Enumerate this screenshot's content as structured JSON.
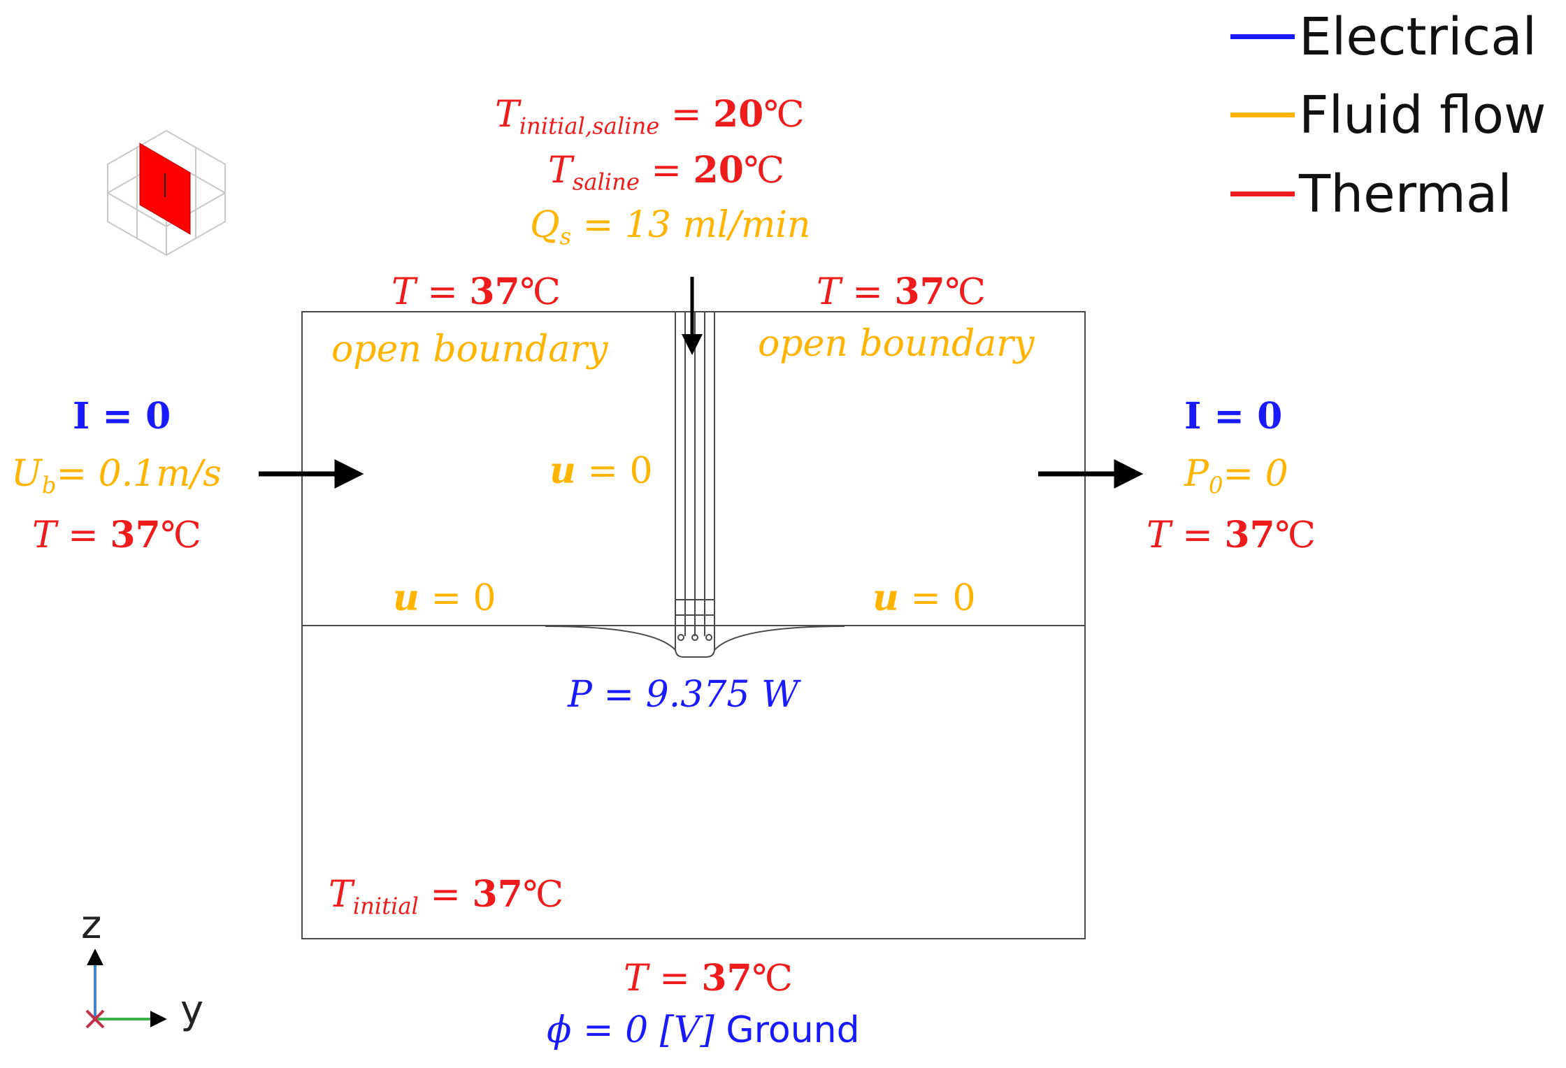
{
  "legend": {
    "items": [
      {
        "label": "Electrical",
        "color": "#1a1aff"
      },
      {
        "label": "Fluid flow",
        "color": "#ffb400"
      },
      {
        "label": "Thermal",
        "color": "#ee1c1c"
      }
    ]
  },
  "colors": {
    "electrical": "#1a1aff",
    "fluid": "#ffb400",
    "thermal": "#ee1c1c"
  },
  "top": {
    "t_initial_saline": {
      "sym": "T",
      "sub": "initial,saline",
      "eq": " = ",
      "val": "20",
      "unit": "℃"
    },
    "t_saline": {
      "sym": "T",
      "sub": "saline",
      "eq": " = ",
      "val": "20",
      "unit": "℃"
    },
    "qs": {
      "sym": "Q",
      "sub": "s",
      "rest": " = 13 ml/min"
    }
  },
  "top_left": {
    "temp": {
      "text": "T = ",
      "val": "37",
      "unit": "℃"
    },
    "open": "open boundary"
  },
  "top_right": {
    "temp": {
      "text": "T = ",
      "val": "37",
      "unit": "℃"
    },
    "open": "open boundary"
  },
  "left": {
    "current": "I = 0",
    "velocity": {
      "sym": "U",
      "sub": "b",
      "rest": "= 0.1m/s"
    },
    "temp": {
      "text": "T = ",
      "val": "37",
      "unit": "℃"
    }
  },
  "right": {
    "current": "I = 0",
    "pressure": {
      "sym": "P",
      "sub": "0",
      "rest": "= 0"
    },
    "temp": {
      "text": "T = ",
      "val": "37",
      "unit": "℃"
    }
  },
  "walls": {
    "u_center": {
      "sym": "u",
      "rest": " = 0"
    },
    "u_left": {
      "sym": "u",
      "rest": " = 0"
    },
    "u_right": {
      "sym": "u",
      "rest": " = 0"
    }
  },
  "power": "P = 9.375 W",
  "tissue": {
    "sym": "T",
    "sub": "initial",
    "eq": " = ",
    "val": "37",
    "unit": "℃"
  },
  "bottom": {
    "temp": {
      "text": "T = ",
      "val": "37",
      "unit": "℃"
    },
    "ground": {
      "sym": "ϕ = 0 [V]",
      "word": " Ground"
    }
  },
  "axes": {
    "z": "z",
    "y": "y"
  }
}
